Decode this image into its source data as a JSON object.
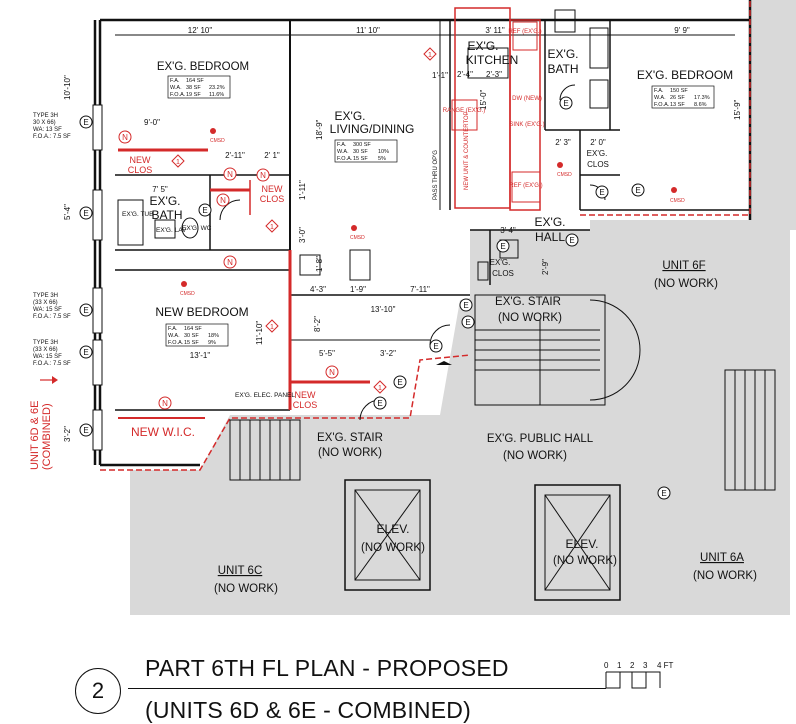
{
  "drawing": {
    "number": "2",
    "title_line1": "PART 6TH FL PLAN - PROPOSED",
    "title_line2": "(UNITS 6D & 6E - COMBINED)",
    "scale_ticks": [
      "0",
      "1",
      "2",
      "3",
      "4 FT"
    ]
  },
  "rooms": {
    "bedroom_nw": "EX'G. BEDROOM",
    "living": "EX'G.",
    "living2": "LIVING/DINING",
    "kitchen": "EX'G.",
    "kitchen2": "KITCHEN",
    "bath_ne": "EX'G.",
    "bath_ne2": "BATH",
    "bedroom_ne": "EX'G. BEDROOM",
    "bath_w": "EX'G.",
    "bath_w2": "BATH",
    "hall": "EX'G.",
    "hall2": "HALL",
    "new_bedroom": "NEW BEDROOM",
    "new_wic": "NEW W.I.C.",
    "new_clos1": "NEW",
    "new_clos1b": "CLOS",
    "new_clos2": "NEW",
    "new_clos2b": "CLOS",
    "new_clos3": "NEW",
    "new_clos3b": "CLOS",
    "stair_center": "EX'G. STAIR",
    "stair_center2": "(NO WORK)",
    "stair_left": "EX'G. STAIR",
    "stair_left2": "(NO WORK)",
    "public_hall": "EX'G. PUBLIC HALL",
    "public_hall2": "(NO WORK)",
    "elev1": "ELEV.",
    "elev1b": "(NO WORK)",
    "elev2": "ELEV.",
    "elev2b": "(NO WORK)",
    "unit6f": "UNIT 6F",
    "unit6f2": "(NO WORK)",
    "unit6c": "UNIT 6C",
    "unit6c2": "(NO WORK)",
    "unit6a": "UNIT 6A",
    "unit6a2": "(NO WORK)",
    "exg_clos1": "EX'G.",
    "exg_clos1b": "CLOS",
    "exg_clos2": "EX'G.",
    "exg_clos2b": "CLOS",
    "unit_side": "UNIT 6D & 6E",
    "unit_side2": "(COMBINED)",
    "elec_panel": "EX'G. ELEC. PANEL",
    "exg_tub": "EX'G. TUB",
    "exg_lav": "EX'G. LAV",
    "exg_wc": "EX'G. WC"
  },
  "dimensions": {
    "d_12_10": "12' 10\"",
    "d_11_10": "11' 10\"",
    "d_3_11": "3' 11\"",
    "d_9_9": "9' 9\"",
    "d_10_10": "10'-10\"",
    "d_9_0": "9'-0\"",
    "d_18_9": "18'-9\"",
    "d_15_0": "15'-0\"",
    "d_15_9": "15'-9\"",
    "d_11_10b": "11'-10\"",
    "d_13_10": "13'-10\"",
    "d_7_11": "7'-11\"",
    "d_13_1": "13'-1\"",
    "d_5_4": "5'-4\"",
    "d_3_2": "3'-2\"",
    "d_8_2": "8'-2\"",
    "d_2_11": "2'-11\"",
    "d_2_1": "2' 1\"",
    "d_1_11": "1'-11\"",
    "d_3_0": "3'-0\"",
    "d_1_8": "1'-8\"",
    "d_4_3": "4'-3\"",
    "d_1_9": "1'-9\"",
    "d_7_5": "7' 5\"",
    "d_2_3": "2' 3\"",
    "d_2_0": "2' 0\"",
    "d_3_4": "3' 4\"",
    "d_2_4": "2'-4\"",
    "d_2_3b": "2'-3\"",
    "d_2_9": "2'-9\"",
    "d_5_5": "5'-5\"",
    "d_3_2b": "3'-2\"",
    "d_1_1": "1'-1\""
  },
  "tags": {
    "cmsd": "CMSD",
    "e": "E",
    "n": "N",
    "one": "1"
  },
  "types": {
    "type1": [
      "TYPE 3H",
      "30 X 66)",
      "WA: 13 SF",
      "F.O.A.: 7.5 SF"
    ],
    "type2": [
      "TYPE 3H",
      "(33 X 66)",
      "WA: 15 SF",
      "F.O.A.: 7.5 SF"
    ],
    "type3": [
      "TYPE 3H",
      "(33 X 66)",
      "WA: 15 SF",
      "F.O.A.: 7.5 SF"
    ]
  },
  "light_air_tables": {
    "bedroom_nw": [
      [
        "F.A.",
        "164 SF",
        ""
      ],
      [
        "W.A.",
        "38 SF",
        "23.2%"
      ],
      [
        "F.O.A.",
        "19 SF",
        "11.6%"
      ]
    ],
    "living": [
      [
        "F.A.",
        "300 SF",
        ""
      ],
      [
        "W.A.",
        "30 SF",
        "10%"
      ],
      [
        "F.O.A.",
        "15 SF",
        "5%"
      ]
    ],
    "bedroom_ne": [
      [
        "F.A.",
        "150 SF",
        ""
      ],
      [
        "W.A.",
        "26 SF",
        "17.3%"
      ],
      [
        "F.O.A.",
        "13 SF",
        "8.6%"
      ]
    ],
    "new_bedroom": [
      [
        "F.A.",
        "164 SF",
        ""
      ],
      [
        "W.A.",
        "30 SF",
        "18%"
      ],
      [
        "F.O.A.",
        "15 SF",
        "9%"
      ]
    ]
  },
  "kitchen_items": {
    "ref_top": "REF (EX'G.)",
    "range": "RANGE (EX'G.)",
    "dw": "DW (NEW)",
    "sink": "SINK (EX'G.)",
    "ref": "REF (EX'G.)",
    "note1": "NEW UNIT & COUNTERTOP",
    "note2": "PASS THRU OP'G"
  },
  "colors": {
    "ink": "#111111",
    "red": "#d42a2a",
    "gray_fill": "#d9d9d9"
  }
}
